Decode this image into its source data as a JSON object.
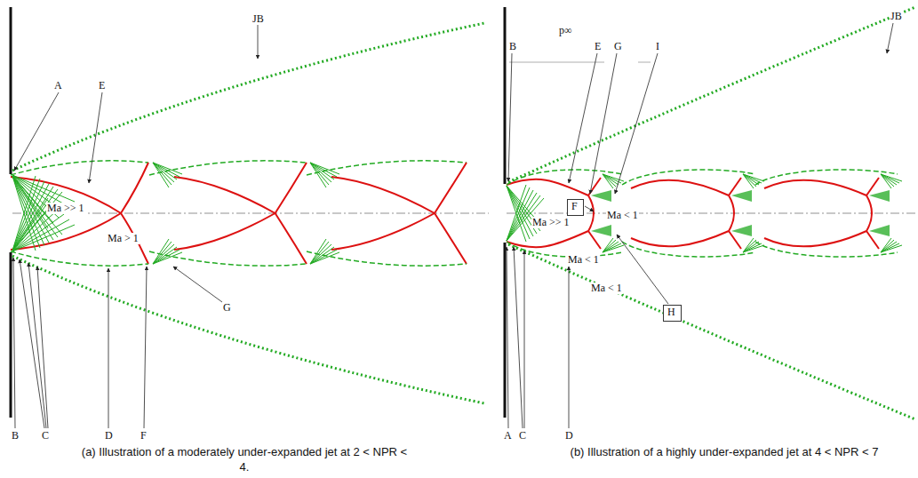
{
  "diagram": {
    "nodes": [
      {
        "text": [
          "F"
        ]
      },
      {
        "text": [
          "H"
        ]
      }
    ],
    "labels": [
      "JB",
      "A",
      "E",
      "Ma >> 1",
      "Ma > 1",
      "G",
      "B",
      "C",
      "D",
      "F",
      "(a) Illustration of a moderately under-expanded jet at 2 < NPR < 4.",
      "p∞",
      "JB",
      "B",
      "E",
      "G",
      "I",
      "Ma >> 1",
      "Ma < 1",
      "Ma < 1",
      "Ma < 1",
      "A",
      "C",
      "D",
      "(b) Illustration of a highly under-expanded jet at 4 < NPR < 7"
    ]
  }
}
